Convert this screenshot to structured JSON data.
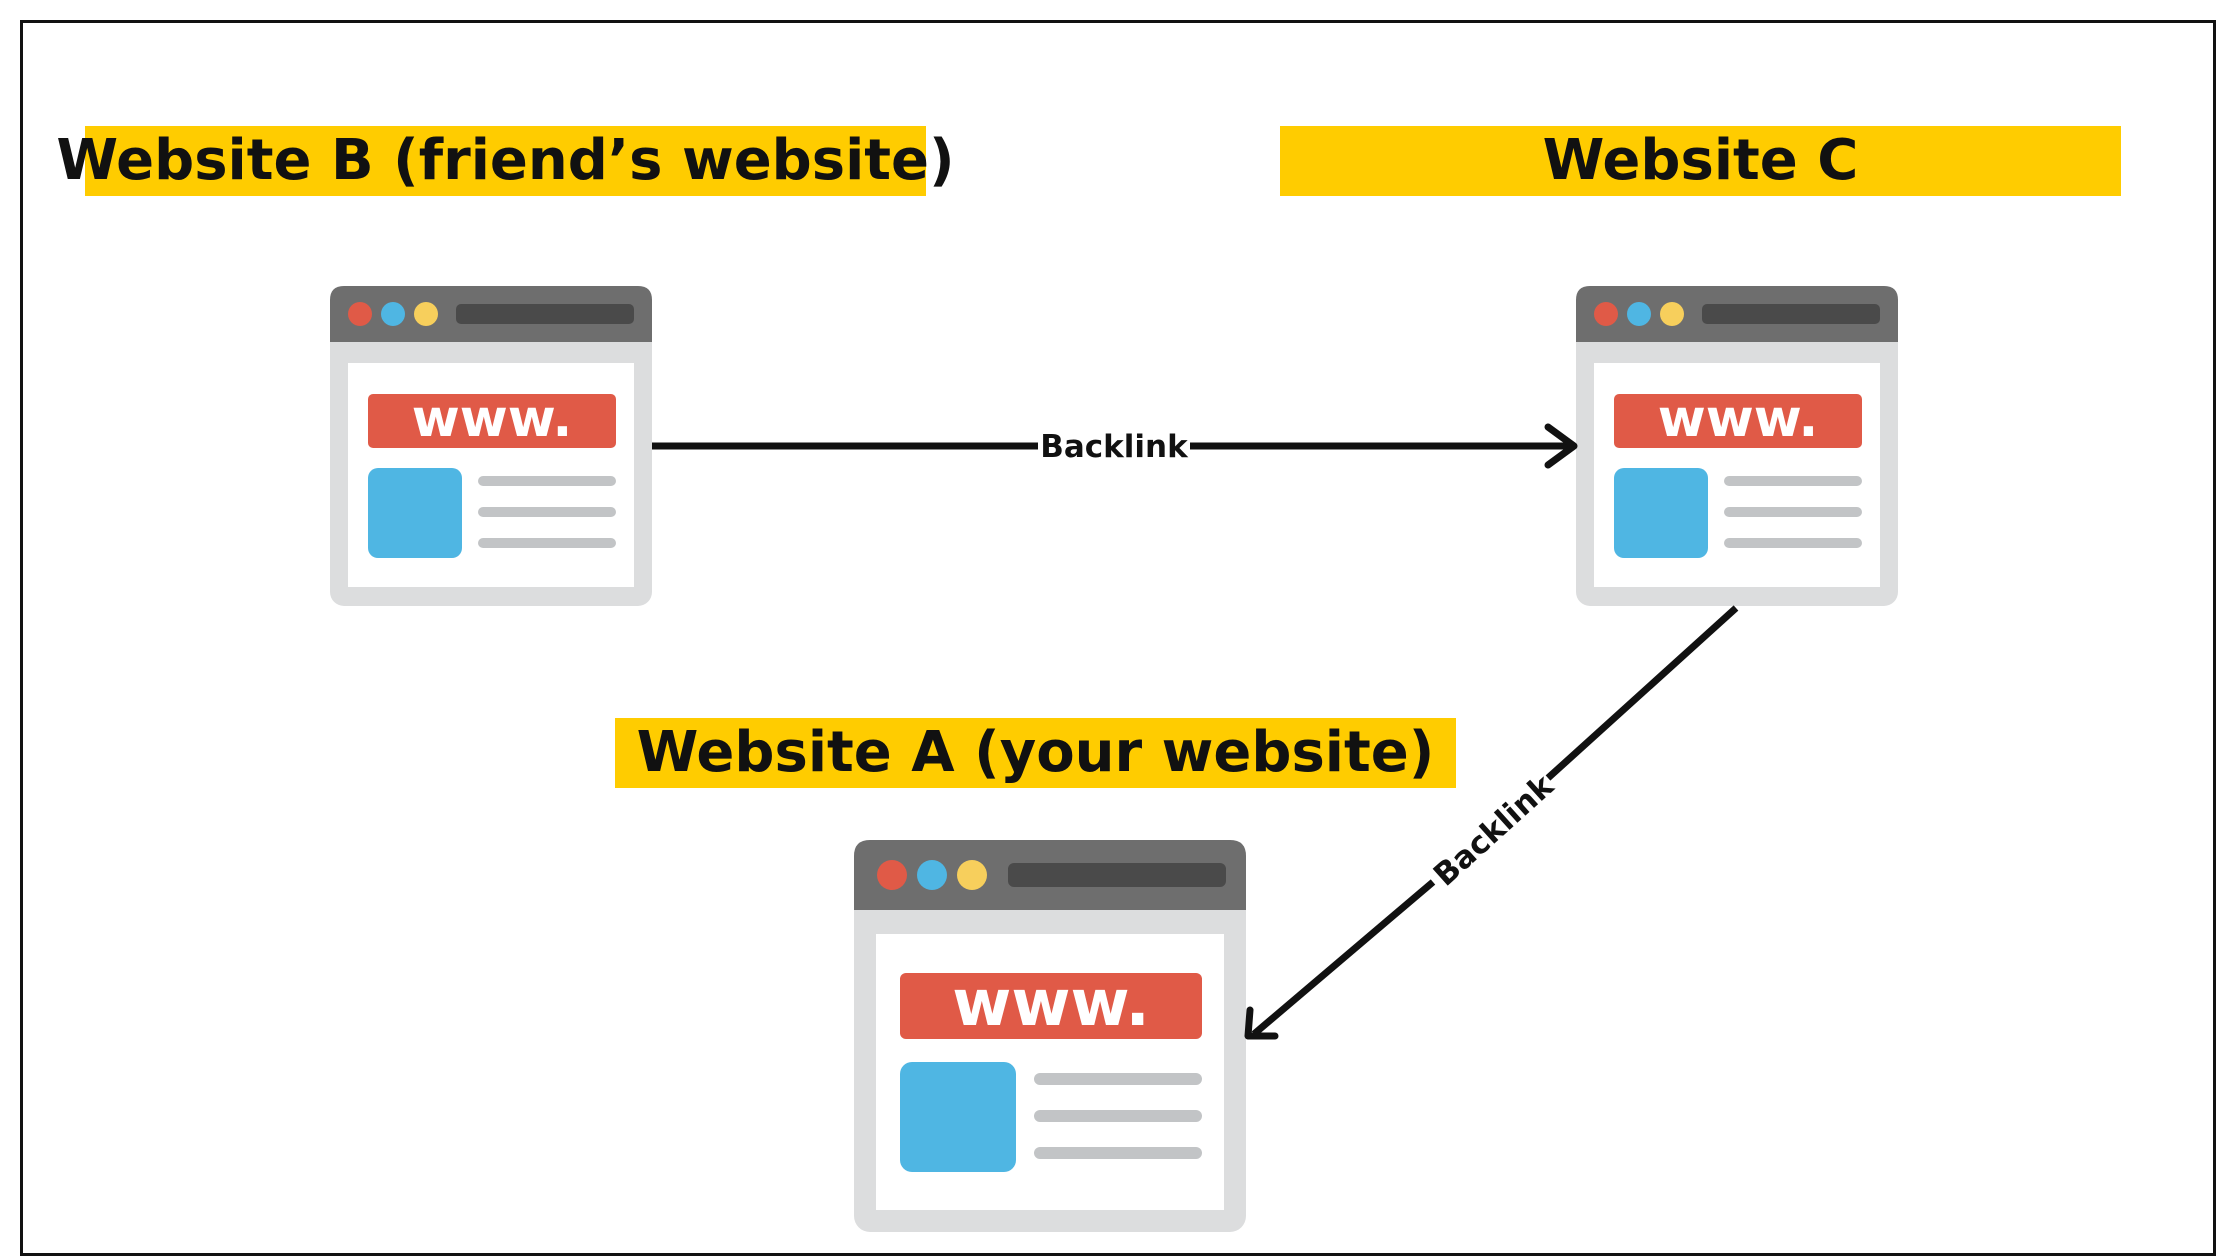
{
  "nodes": {
    "website_b": {
      "label": "Website B (friend’s website)",
      "banner": "www."
    },
    "website_c": {
      "label": "Website C",
      "banner": "www."
    },
    "website_a": {
      "label": "Website A (your website)",
      "banner": "www."
    }
  },
  "edges": [
    {
      "from": "Website B",
      "to": "Website C",
      "label": "Backlink"
    },
    {
      "from": "Website C",
      "to": "Website A",
      "label": "Backlink"
    }
  ],
  "colors": {
    "label_bg": "#FFCC00",
    "browser_bar": "#6E6E6E",
    "address_bar": "#4A4A4A",
    "frame": "#DCDDDE",
    "banner": "#E05A47",
    "image": "#4FB6E3",
    "text_lines": "#C2C4C6",
    "dot_red": "#E05A47",
    "dot_blue": "#4FB6E3",
    "dot_yellow": "#F7CF5C",
    "arrow": "#111111"
  }
}
